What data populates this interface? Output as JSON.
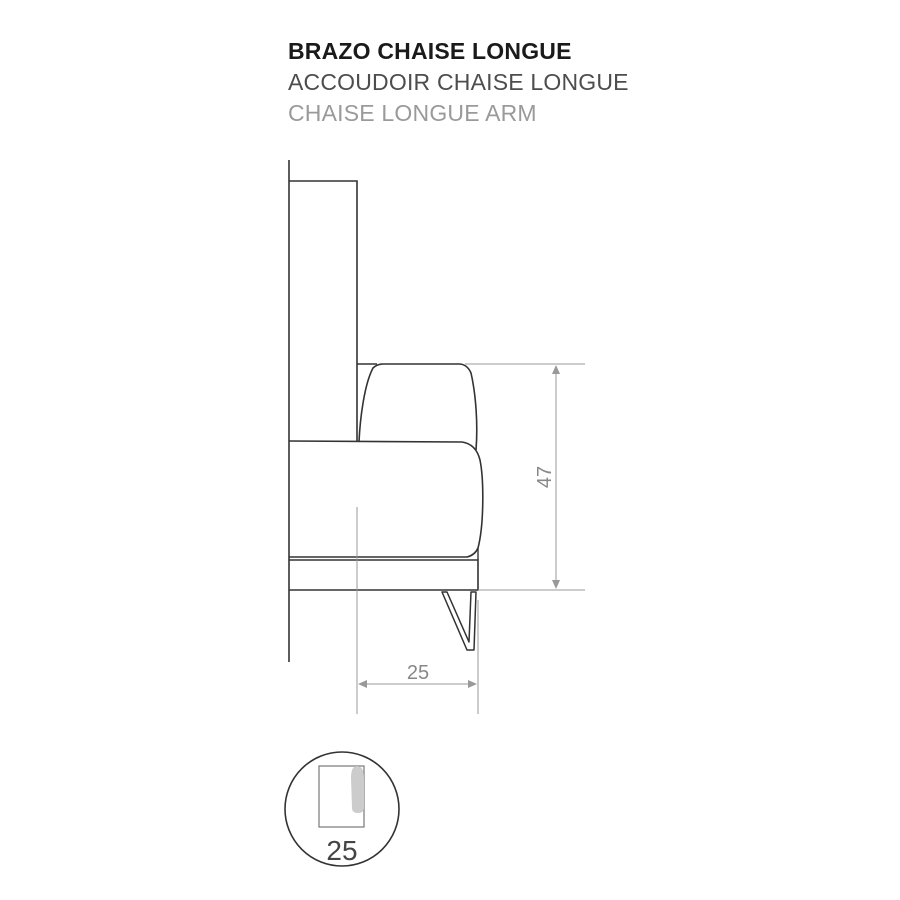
{
  "titles": {
    "spanish": "BRAZO CHAISE LONGUE",
    "french": "ACCOUDOIR CHAISE LONGUE",
    "english": "CHAISE LONGUE ARM"
  },
  "dimensions": {
    "height_label": "47",
    "depth_label": "25"
  },
  "badge": {
    "label": "25"
  },
  "colors": {
    "outline": "#333333",
    "dimension_line": "#999999",
    "badge_fill": "#cccccc"
  }
}
